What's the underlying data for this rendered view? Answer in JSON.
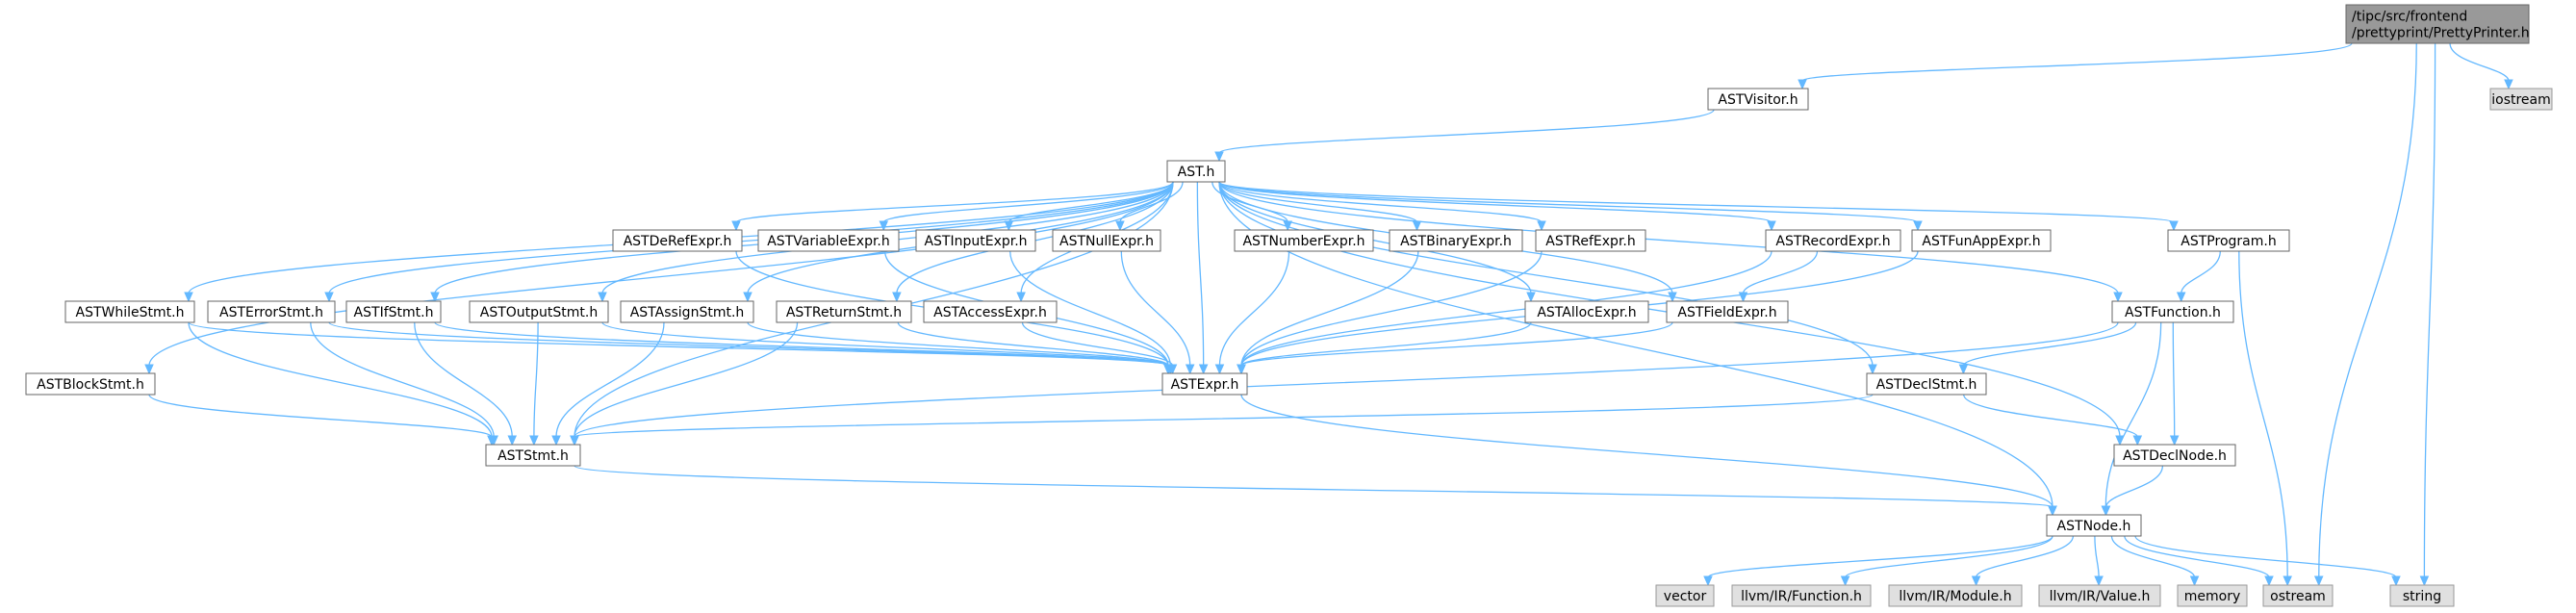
{
  "colors": {
    "edge": "#63b8ff",
    "focus_fill": "#999999",
    "normal_fill": "#ffffff",
    "system_fill": "#e0e0e0",
    "border": "#666666"
  },
  "nodes": [
    {
      "id": "PrettyPrinter",
      "lines": [
        "/tipc/src/frontend",
        "/prettyprint/PrettyPrinter.h"
      ],
      "kind": "focus"
    },
    {
      "id": "iostream",
      "lines": [
        "iostream"
      ],
      "kind": "system"
    },
    {
      "id": "ASTVisitor",
      "lines": [
        "ASTVisitor.h"
      ],
      "kind": "normal"
    },
    {
      "id": "AST",
      "lines": [
        "AST.h"
      ],
      "kind": "normal"
    },
    {
      "id": "ASTDeRefExpr",
      "lines": [
        "ASTDeRefExpr.h"
      ],
      "kind": "normal"
    },
    {
      "id": "ASTVariableExpr",
      "lines": [
        "ASTVariableExpr.h"
      ],
      "kind": "normal"
    },
    {
      "id": "ASTInputExpr",
      "lines": [
        "ASTInputExpr.h"
      ],
      "kind": "normal"
    },
    {
      "id": "ASTNullExpr",
      "lines": [
        "ASTNullExpr.h"
      ],
      "kind": "normal"
    },
    {
      "id": "ASTNumberExpr",
      "lines": [
        "ASTNumberExpr.h"
      ],
      "kind": "normal"
    },
    {
      "id": "ASTBinaryExpr",
      "lines": [
        "ASTBinaryExpr.h"
      ],
      "kind": "normal"
    },
    {
      "id": "ASTRefExpr",
      "lines": [
        "ASTRefExpr.h"
      ],
      "kind": "normal"
    },
    {
      "id": "ASTRecordExpr",
      "lines": [
        "ASTRecordExpr.h"
      ],
      "kind": "normal"
    },
    {
      "id": "ASTFunAppExpr",
      "lines": [
        "ASTFunAppExpr.h"
      ],
      "kind": "normal"
    },
    {
      "id": "ASTProgram",
      "lines": [
        "ASTProgram.h"
      ],
      "kind": "normal"
    },
    {
      "id": "ASTWhileStmt",
      "lines": [
        "ASTWhileStmt.h"
      ],
      "kind": "normal"
    },
    {
      "id": "ASTErrorStmt",
      "lines": [
        "ASTErrorStmt.h"
      ],
      "kind": "normal"
    },
    {
      "id": "ASTIfStmt",
      "lines": [
        "ASTIfStmt.h"
      ],
      "kind": "normal"
    },
    {
      "id": "ASTOutputStmt",
      "lines": [
        "ASTOutputStmt.h"
      ],
      "kind": "normal"
    },
    {
      "id": "ASTAssignStmt",
      "lines": [
        "ASTAssignStmt.h"
      ],
      "kind": "normal"
    },
    {
      "id": "ASTReturnStmt",
      "lines": [
        "ASTReturnStmt.h"
      ],
      "kind": "normal"
    },
    {
      "id": "ASTAccessExpr",
      "lines": [
        "ASTAccessExpr.h"
      ],
      "kind": "normal"
    },
    {
      "id": "ASTAllocExpr",
      "lines": [
        "ASTAllocExpr.h"
      ],
      "kind": "normal"
    },
    {
      "id": "ASTFieldExpr",
      "lines": [
        "ASTFieldExpr.h"
      ],
      "kind": "normal"
    },
    {
      "id": "ASTFunction",
      "lines": [
        "ASTFunction.h"
      ],
      "kind": "normal"
    },
    {
      "id": "ASTBlockStmt",
      "lines": [
        "ASTBlockStmt.h"
      ],
      "kind": "normal"
    },
    {
      "id": "ASTExpr",
      "lines": [
        "ASTExpr.h"
      ],
      "kind": "normal"
    },
    {
      "id": "ASTDeclStmt",
      "lines": [
        "ASTDeclStmt.h"
      ],
      "kind": "normal"
    },
    {
      "id": "ASTStmt",
      "lines": [
        "ASTStmt.h"
      ],
      "kind": "normal"
    },
    {
      "id": "ASTDeclNode",
      "lines": [
        "ASTDeclNode.h"
      ],
      "kind": "normal"
    },
    {
      "id": "ASTNode",
      "lines": [
        "ASTNode.h"
      ],
      "kind": "normal"
    },
    {
      "id": "vector",
      "lines": [
        "vector"
      ],
      "kind": "system"
    },
    {
      "id": "llvmFunction",
      "lines": [
        "llvm/IR/Function.h"
      ],
      "kind": "system"
    },
    {
      "id": "llvmModule",
      "lines": [
        "llvm/IR/Module.h"
      ],
      "kind": "system"
    },
    {
      "id": "llvmValue",
      "lines": [
        "llvm/IR/Value.h"
      ],
      "kind": "system"
    },
    {
      "id": "memory",
      "lines": [
        "memory"
      ],
      "kind": "system"
    },
    {
      "id": "ostream",
      "lines": [
        "ostream"
      ],
      "kind": "system"
    },
    {
      "id": "string",
      "lines": [
        "string"
      ],
      "kind": "system"
    }
  ],
  "edges": [
    [
      "PrettyPrinter",
      "ASTVisitor"
    ],
    [
      "PrettyPrinter",
      "iostream"
    ],
    [
      "PrettyPrinter",
      "ostream"
    ],
    [
      "PrettyPrinter",
      "string"
    ],
    [
      "ASTVisitor",
      "AST"
    ],
    [
      "AST",
      "ASTDeRefExpr"
    ],
    [
      "AST",
      "ASTVariableExpr"
    ],
    [
      "AST",
      "ASTInputExpr"
    ],
    [
      "AST",
      "ASTNullExpr"
    ],
    [
      "AST",
      "ASTNumberExpr"
    ],
    [
      "AST",
      "ASTBinaryExpr"
    ],
    [
      "AST",
      "ASTRefExpr"
    ],
    [
      "AST",
      "ASTRecordExpr"
    ],
    [
      "AST",
      "ASTFunAppExpr"
    ],
    [
      "AST",
      "ASTProgram"
    ],
    [
      "AST",
      "ASTWhileStmt"
    ],
    [
      "AST",
      "ASTErrorStmt"
    ],
    [
      "AST",
      "ASTIfStmt"
    ],
    [
      "AST",
      "ASTOutputStmt"
    ],
    [
      "AST",
      "ASTAssignStmt"
    ],
    [
      "AST",
      "ASTReturnStmt"
    ],
    [
      "AST",
      "ASTAccessExpr"
    ],
    [
      "AST",
      "ASTAllocExpr"
    ],
    [
      "AST",
      "ASTFieldExpr"
    ],
    [
      "AST",
      "ASTFunction"
    ],
    [
      "AST",
      "ASTBlockStmt"
    ],
    [
      "AST",
      "ASTExpr"
    ],
    [
      "AST",
      "ASTDeclStmt"
    ],
    [
      "AST",
      "ASTStmt"
    ],
    [
      "AST",
      "ASTDeclNode"
    ],
    [
      "AST",
      "ASTNode"
    ],
    [
      "ASTDeRefExpr",
      "ASTExpr"
    ],
    [
      "ASTVariableExpr",
      "ASTExpr"
    ],
    [
      "ASTInputExpr",
      "ASTExpr"
    ],
    [
      "ASTNullExpr",
      "ASTExpr"
    ],
    [
      "ASTNumberExpr",
      "ASTExpr"
    ],
    [
      "ASTBinaryExpr",
      "ASTExpr"
    ],
    [
      "ASTRefExpr",
      "ASTExpr"
    ],
    [
      "ASTRecordExpr",
      "ASTExpr"
    ],
    [
      "ASTRecordExpr",
      "ASTFieldExpr"
    ],
    [
      "ASTFunAppExpr",
      "ASTExpr"
    ],
    [
      "ASTProgram",
      "ASTFunction"
    ],
    [
      "ASTProgram",
      "ostream"
    ],
    [
      "ASTWhileStmt",
      "ASTExpr"
    ],
    [
      "ASTWhileStmt",
      "ASTStmt"
    ],
    [
      "ASTErrorStmt",
      "ASTExpr"
    ],
    [
      "ASTErrorStmt",
      "ASTStmt"
    ],
    [
      "ASTIfStmt",
      "ASTExpr"
    ],
    [
      "ASTIfStmt",
      "ASTStmt"
    ],
    [
      "ASTOutputStmt",
      "ASTExpr"
    ],
    [
      "ASTOutputStmt",
      "ASTStmt"
    ],
    [
      "ASTAssignStmt",
      "ASTExpr"
    ],
    [
      "ASTAssignStmt",
      "ASTStmt"
    ],
    [
      "ASTReturnStmt",
      "ASTExpr"
    ],
    [
      "ASTReturnStmt",
      "ASTStmt"
    ],
    [
      "ASTAccessExpr",
      "ASTExpr"
    ],
    [
      "ASTAllocExpr",
      "ASTExpr"
    ],
    [
      "ASTFieldExpr",
      "ASTExpr"
    ],
    [
      "ASTFunction",
      "ASTDeclStmt"
    ],
    [
      "ASTFunction",
      "ASTDeclNode"
    ],
    [
      "ASTFunction",
      "ASTStmt"
    ],
    [
      "ASTFunction",
      "ASTNode"
    ],
    [
      "ASTBlockStmt",
      "ASTStmt"
    ],
    [
      "ASTExpr",
      "ASTNode"
    ],
    [
      "ASTDeclStmt",
      "ASTStmt"
    ],
    [
      "ASTDeclStmt",
      "ASTDeclNode"
    ],
    [
      "ASTStmt",
      "ASTNode"
    ],
    [
      "ASTDeclNode",
      "ASTNode"
    ],
    [
      "ASTNode",
      "vector"
    ],
    [
      "ASTNode",
      "llvmFunction"
    ],
    [
      "ASTNode",
      "llvmModule"
    ],
    [
      "ASTNode",
      "llvmValue"
    ],
    [
      "ASTNode",
      "memory"
    ],
    [
      "ASTNode",
      "ostream"
    ],
    [
      "ASTNode",
      "string"
    ]
  ]
}
